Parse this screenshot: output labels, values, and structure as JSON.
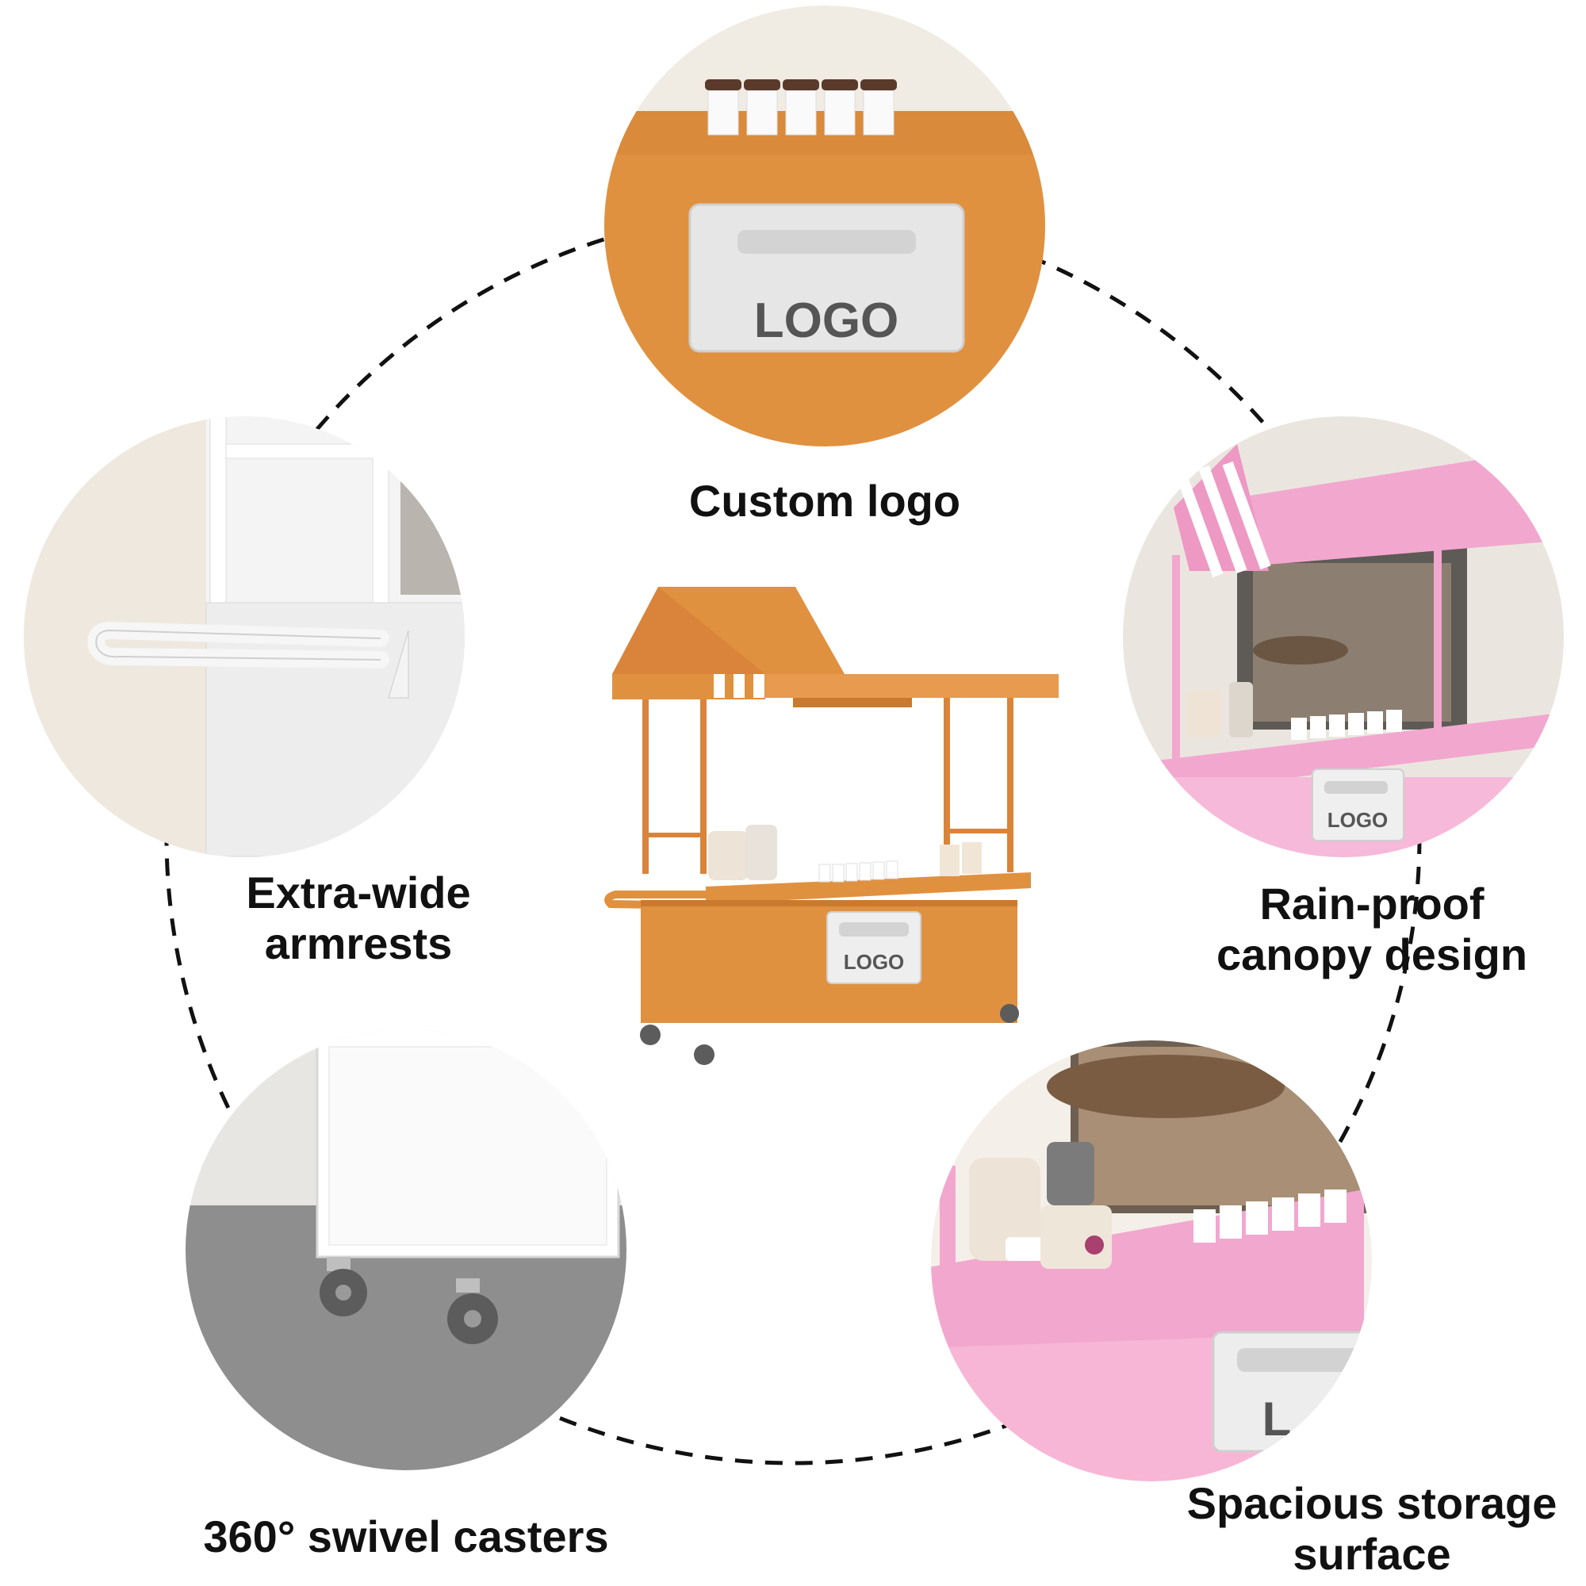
{
  "features": [
    {
      "id": "custom-logo",
      "label": "Custom logo",
      "plate_text": "LOGO"
    },
    {
      "id": "armrests",
      "label_line1": "Extra-wide",
      "label_line2": "armrests"
    },
    {
      "id": "canopy",
      "label_line1": "Rain-proof",
      "label_line2": "canopy design",
      "plate_text": "LOGO"
    },
    {
      "id": "casters",
      "label": "360° swivel casters"
    },
    {
      "id": "storage",
      "label_line1": "Spacious storage",
      "label_line2": "surface",
      "plate_text": "L"
    }
  ],
  "center_cart": {
    "plate_text": "LOGO"
  },
  "colors": {
    "orange": "#E0913F",
    "orange_dark": "#C97A2E",
    "pink": "#F2A7CF",
    "pink_dark": "#E38CBC",
    "dashed_ring": "#111111",
    "text": "#111111"
  }
}
